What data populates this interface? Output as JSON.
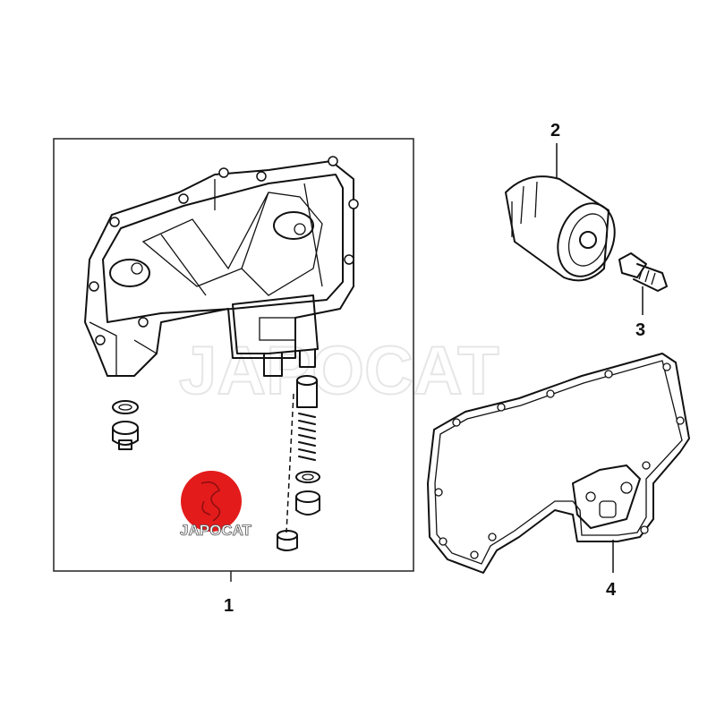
{
  "watermark": "JAPOCAT",
  "logo": {
    "text": "JAPOCAT",
    "color": "#e31b1b"
  },
  "callouts": [
    {
      "id": "1",
      "label": "1"
    },
    {
      "id": "2",
      "label": "2"
    },
    {
      "id": "3",
      "label": "3"
    },
    {
      "id": "4",
      "label": "4"
    }
  ]
}
